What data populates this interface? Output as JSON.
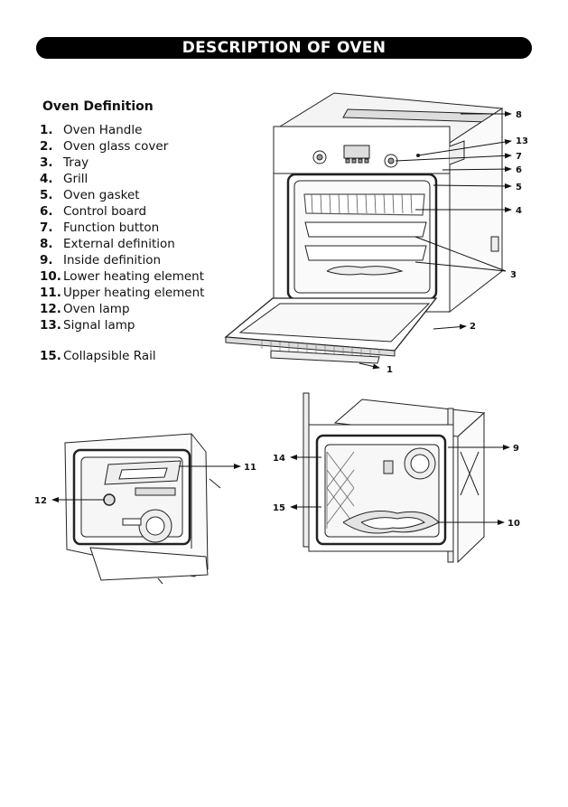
{
  "header": {
    "title": "DESCRIPTION OF OVEN"
  },
  "definition": {
    "heading": "Oven Definition",
    "items": [
      {
        "num": "1.",
        "label": "Oven Handle"
      },
      {
        "num": "2.",
        "label": "Oven glass cover"
      },
      {
        "num": "3.",
        "label": "Tray"
      },
      {
        "num": "4.",
        "label": "Grill"
      },
      {
        "num": "5.",
        "label": "Oven gasket"
      },
      {
        "num": "6.",
        "label": "Control board"
      },
      {
        "num": "7.",
        "label": "Function button"
      },
      {
        "num": "8.",
        "label": "External definition"
      },
      {
        "num": "9.",
        "label": "Inside definition"
      },
      {
        "num": "10.",
        "label": "Lower heating element"
      },
      {
        "num": "11.",
        "label": "Upper heating element"
      },
      {
        "num": "12.",
        "label": "Oven lamp"
      },
      {
        "num": "13.",
        "label": "Signal lamp"
      },
      {
        "num": "15.",
        "label": "Collapsible Rail"
      }
    ]
  },
  "callouts": {
    "front": [
      "8",
      "13",
      "7",
      "6",
      "5",
      "4",
      "3",
      "2",
      "1"
    ],
    "back": [
      "11",
      "12"
    ],
    "interior": [
      "14",
      "15",
      "9",
      "10"
    ]
  }
}
